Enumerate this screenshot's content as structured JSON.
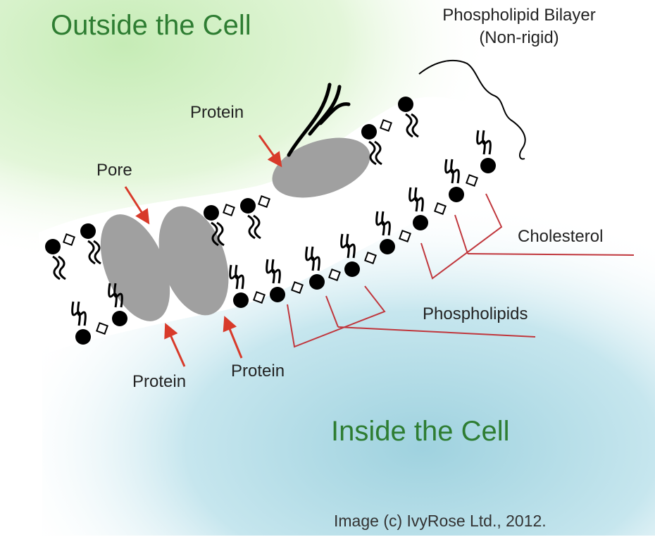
{
  "labels": {
    "outside": "Outside the Cell",
    "inside": "Inside the Cell",
    "bilayer_line1": "Phospholipid Bilayer",
    "bilayer_line2": "(Non-rigid)",
    "protein_top": "Protein",
    "pore": "Pore",
    "cholesterol": "Cholesterol",
    "phospholipids": "Phospholipids",
    "protein_bottom_left": "Protein",
    "protein_bottom_right": "Protein"
  },
  "credit": "Image (c) IvyRose Ltd., 2012.",
  "colors": {
    "outside_tint": "#cdeec0",
    "inside_tint": "#a9d8e3",
    "region_text": "#2e7d32",
    "protein": "#a0a0a0",
    "leader_line": "#c0363c",
    "arrow": "#d83a2a",
    "head": "#000000"
  }
}
